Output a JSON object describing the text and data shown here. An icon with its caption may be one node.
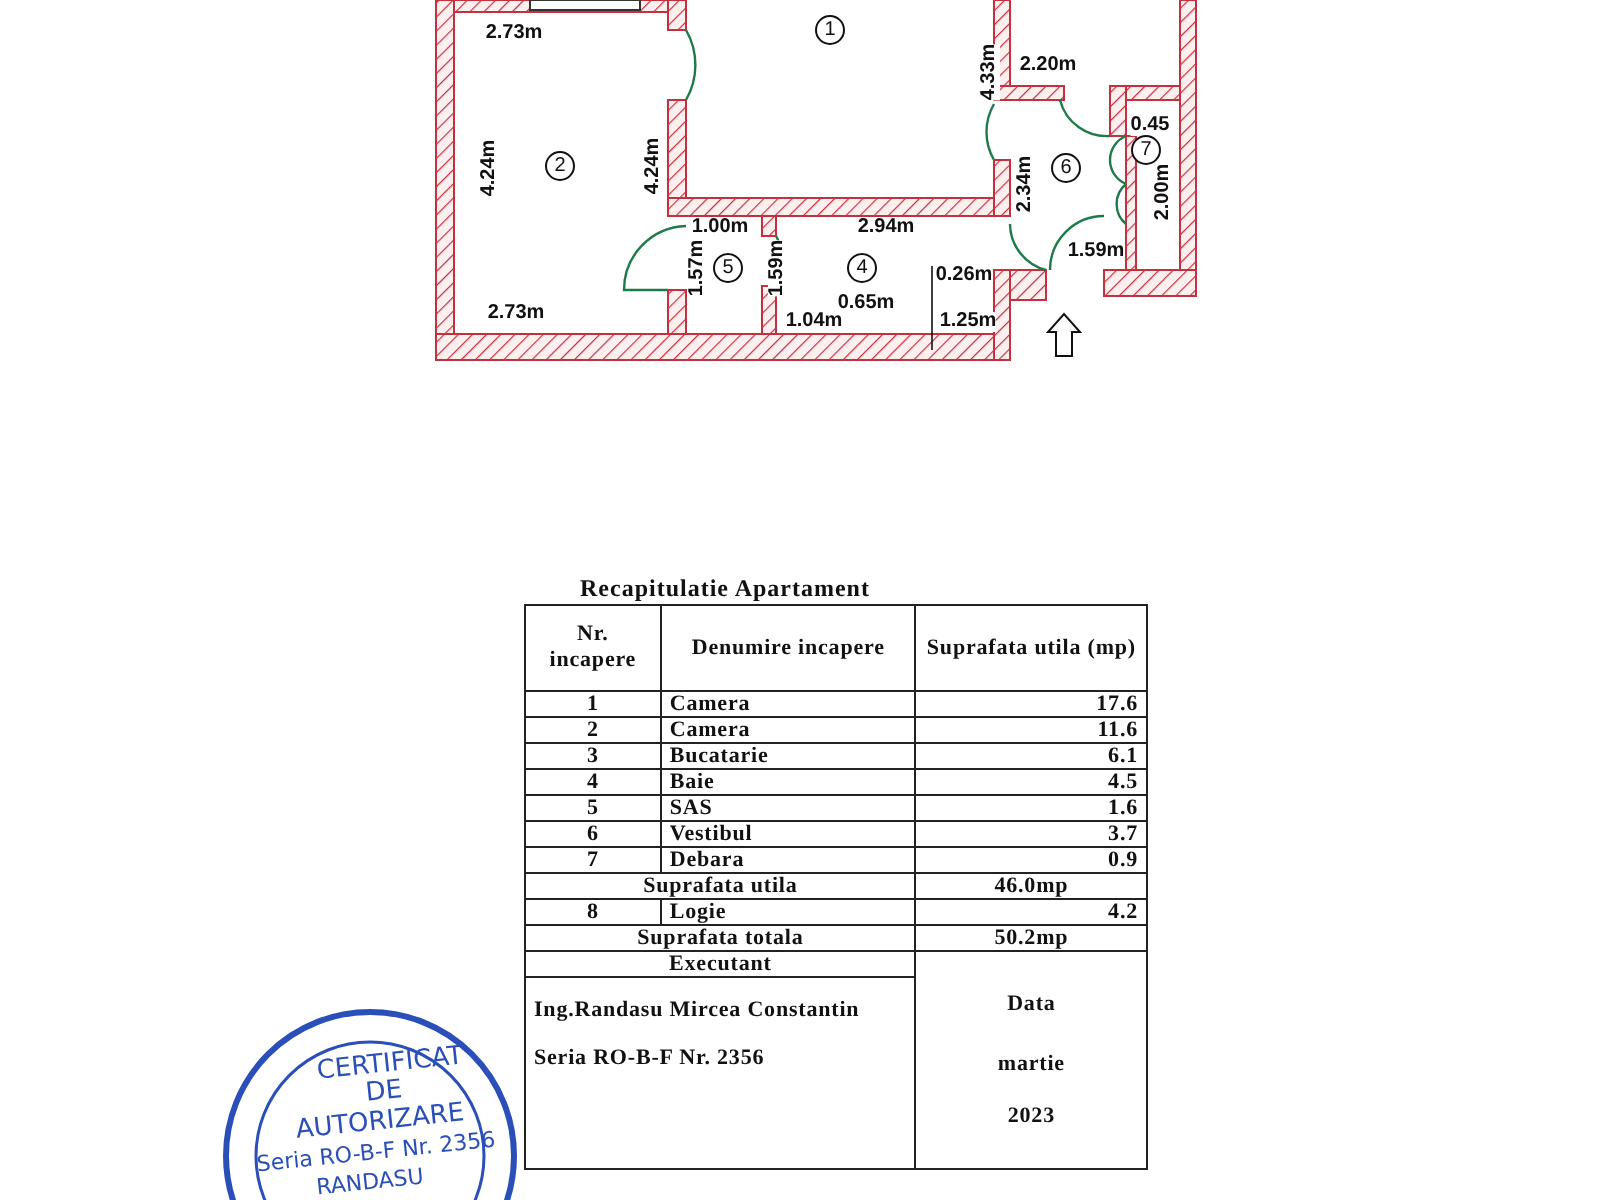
{
  "diagram": {
    "title": "Recapitulatie Apartament",
    "labels": [
      "2.73m",
      "1",
      "4.33m",
      "2.20m",
      "4.24m",
      "2",
      "4.24m",
      "0.45",
      "7",
      "6",
      "2.34m",
      "2.00m",
      "1.00m",
      "2.94m",
      "5",
      "1.57m",
      "1.59m",
      "4",
      "0.26m",
      "1.59m",
      "2.73m",
      "0.65m",
      "1.04m",
      "1.25m",
      "Nr. incapere",
      "Denumire incapere",
      "Suprafata utila (mp)",
      "1",
      "Camera",
      "17.6",
      "2",
      "Camera",
      "11.6",
      "3",
      "Bucatarie",
      "6.1",
      "4",
      "Baie",
      "4.5",
      "5",
      "SAS",
      "1.6",
      "6",
      "Vestibul",
      "3.7",
      "7",
      "Debara",
      "0.9",
      "Suprafata utila",
      "46.0mp",
      "8",
      "Logie",
      "4.2",
      "Suprafata totala",
      "50.2mp",
      "Executant",
      "Ing.Randasu Mircea Constantin",
      "Seria RO-B-F Nr. 2356",
      "Data",
      "martie",
      "2023",
      "CERTIFICAT",
      "DE",
      "AUTORIZARE",
      "Seria RO-B-F Nr. 2356",
      "RANDASU"
    ]
  }
}
